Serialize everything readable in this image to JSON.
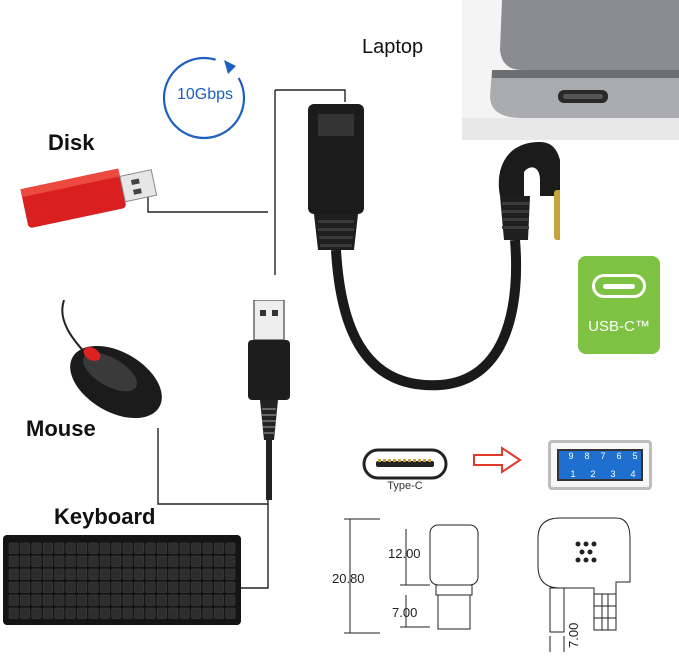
{
  "labels": {
    "laptop": "Laptop",
    "disk": "Disk",
    "mouse": "Mouse",
    "keyboard": "Keyboard",
    "speed": "10Gbps",
    "usbc_badge": "USB-C™",
    "type_c": "Type-C"
  },
  "usb_pins": [
    "9",
    "8",
    "7",
    "6",
    "5",
    "1",
    "2",
    "3",
    "4"
  ],
  "dimensions": {
    "total_height": "20.80",
    "head_height": "12.00",
    "plug_length": "7.00",
    "plug_length_side": "7.00"
  },
  "colors": {
    "badge_green": "#7dc242",
    "usb_blue": "#1f6fd1",
    "arrow_red": "#e03a2a",
    "disk_red": "#d91f1f",
    "speed_blue": "#1d5fbf"
  }
}
